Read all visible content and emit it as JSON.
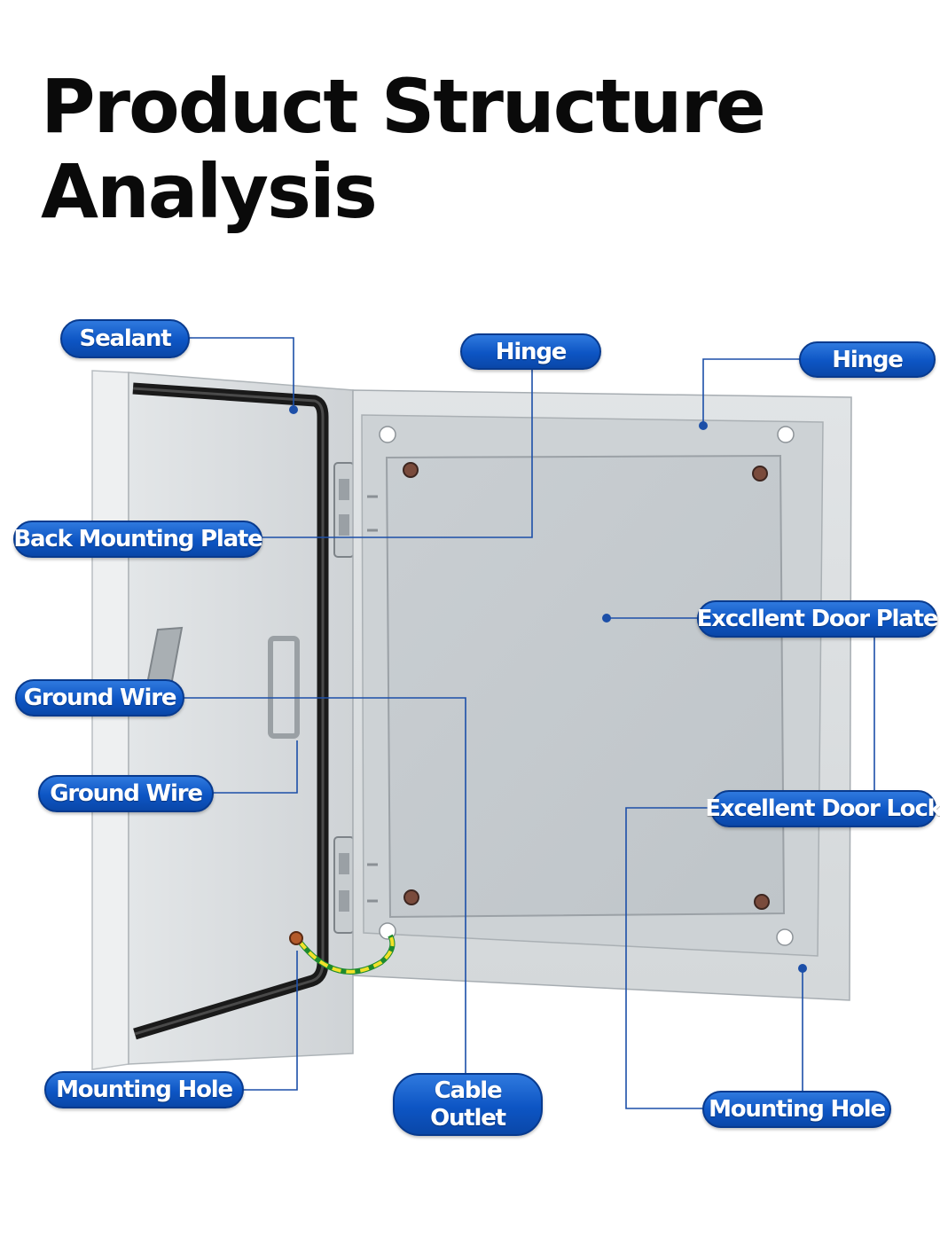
{
  "title": {
    "line1": "Product Structure",
    "line2": "Analysis"
  },
  "labels": {
    "sealant": "Sealant",
    "hinge_center": "Hinge",
    "hinge_right": "Hinge",
    "back_mounting_plate": "Back Mounting Plate",
    "door_plate": "Exccllent Door Plate",
    "ground_wire_1": "Ground Wire",
    "ground_wire_2": "Ground Wire",
    "door_lock": "Excellent Door Lock",
    "mounting_hole_left": "Mounting Hole",
    "cable_outlet": "Cable Outlet",
    "mounting_hole_right": "Mounting Hole"
  },
  "colors": {
    "label_fill": "#0d55c4",
    "leader_line": "#1c4fa8",
    "enclosure": "#d2d6d9"
  }
}
